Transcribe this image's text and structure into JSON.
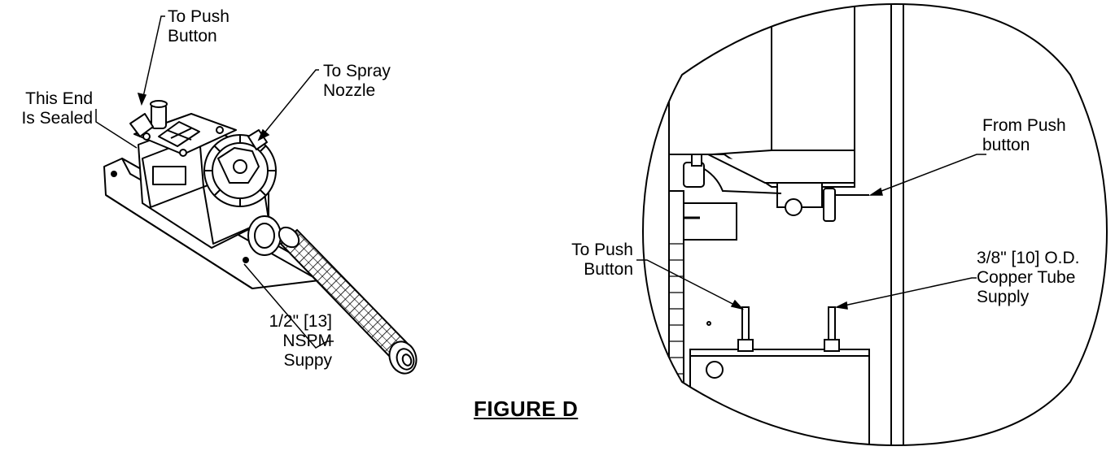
{
  "figure_title": "FIGURE D",
  "left_view": {
    "labels": {
      "to_push_button": [
        "To Push",
        "Button"
      ],
      "this_end_sealed": [
        "This End",
        "Is Sealed"
      ],
      "to_spray_nozzle": [
        "To Spray",
        "Nozzle"
      ],
      "nspm_supply": [
        "1/2\" [13]",
        "NSPM",
        "Suppy"
      ]
    }
  },
  "right_view": {
    "labels": {
      "from_push_button": [
        "From Push",
        "button"
      ],
      "to_push_button": [
        "To Push",
        "Button"
      ],
      "copper_supply": [
        "3/8\" [10] O.D.",
        "Copper Tube",
        "Supply"
      ]
    }
  }
}
